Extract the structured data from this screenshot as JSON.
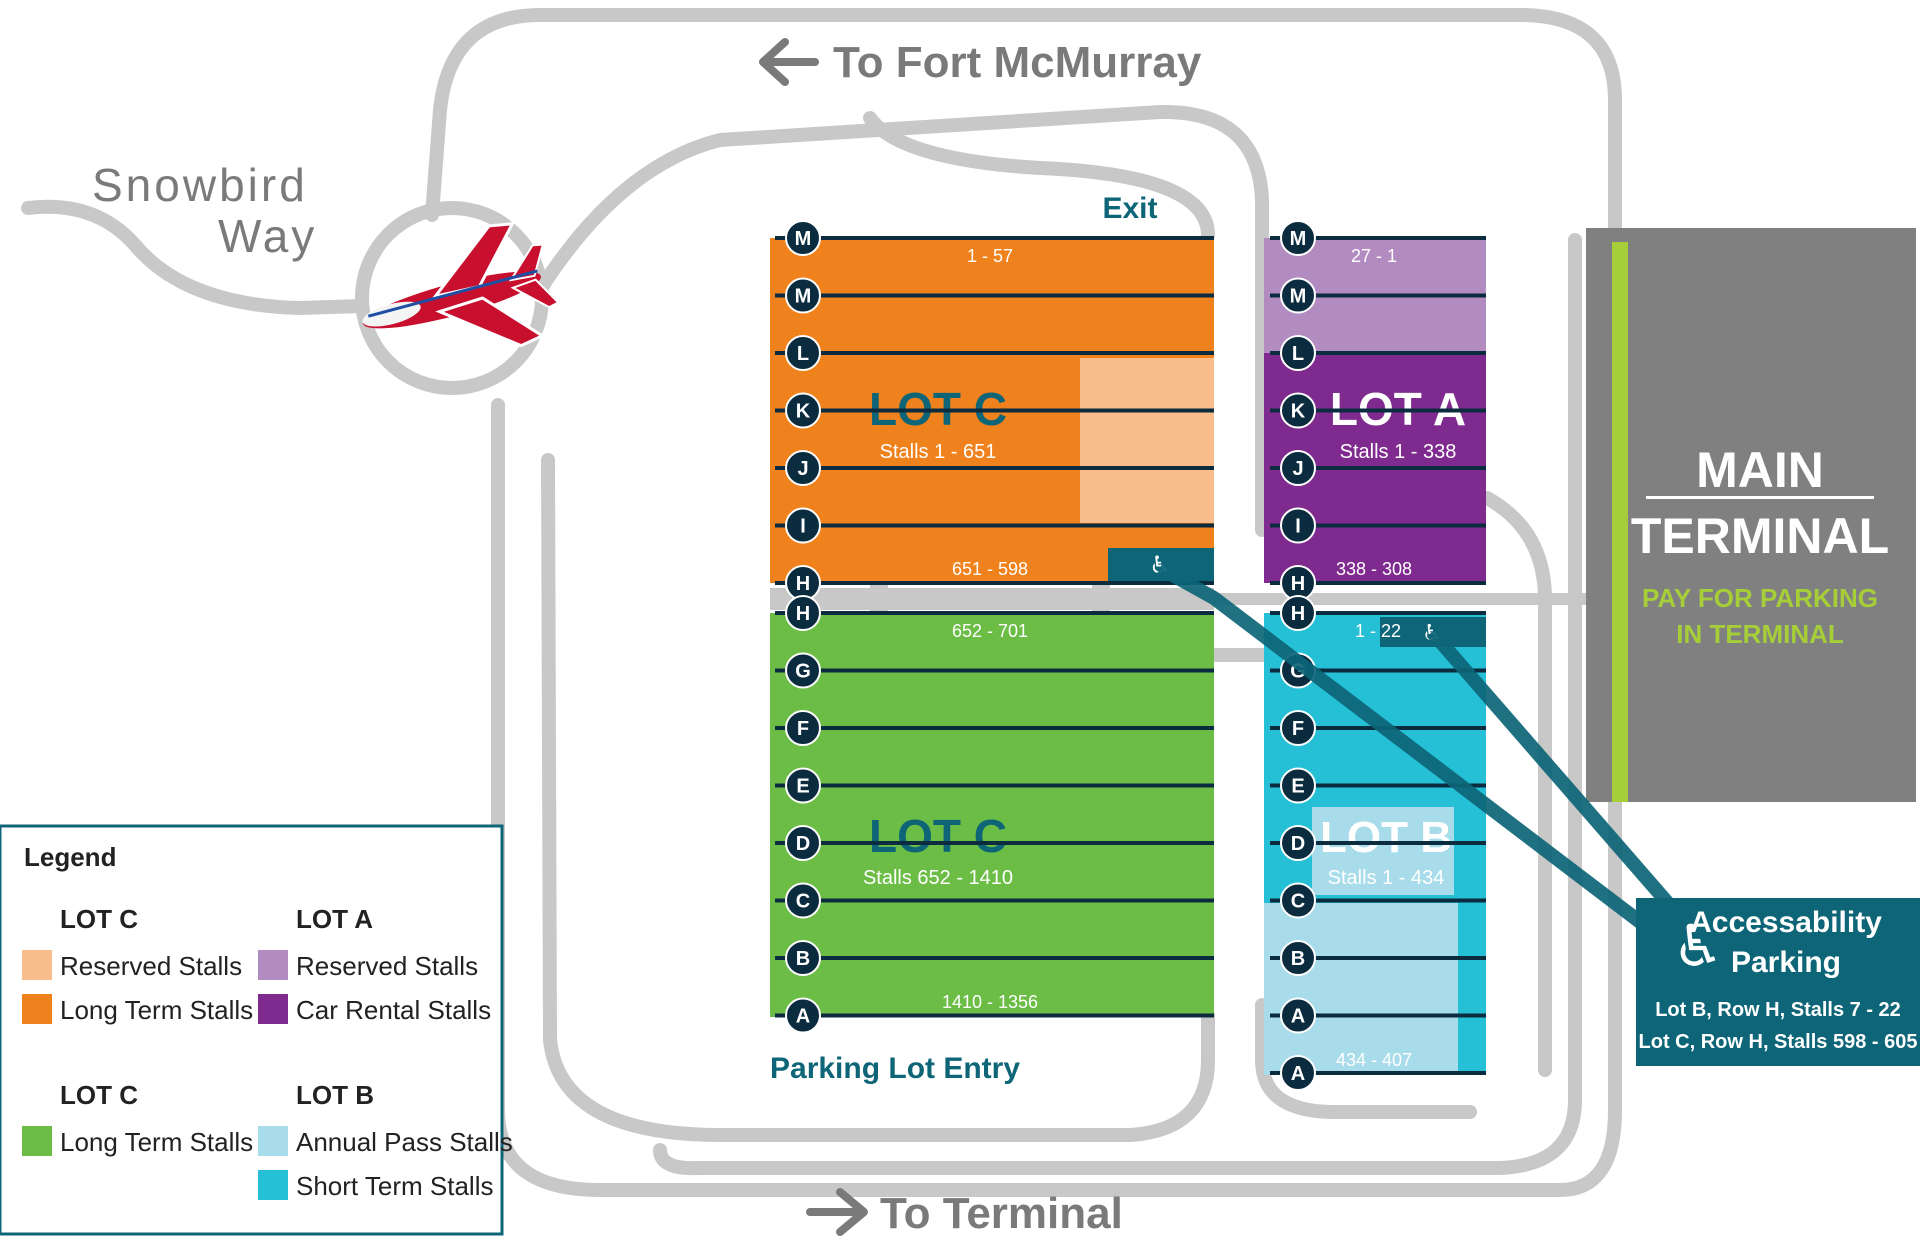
{
  "roads": {
    "fort_mcmurray": "To Fort McMurray",
    "to_terminal": "To Terminal",
    "snowbird_line1": "Snowbird",
    "snowbird_line2": "Way",
    "exit": "Exit",
    "entry": "Parking Lot Entry"
  },
  "terminal": {
    "line1": "MAIN",
    "line2": "TERMINAL",
    "pay_line1": "PAY FOR PARKING",
    "pay_line2": "IN TERMINAL"
  },
  "accessibility": {
    "title_line1": "Accessability",
    "title_line2": "Parking",
    "detail_line1": "Lot B, Row H, Stalls 7 - 22",
    "detail_line2": "Lot C, Row H, Stalls 598 - 605",
    "symbol": "♿"
  },
  "lots": {
    "c_upper": {
      "name": "LOT C",
      "stalls": "Stalls 1 - 651",
      "range_top": "1 - 57",
      "range_bottom": "651 - 598"
    },
    "a": {
      "name": "LOT A",
      "stalls": "Stalls 1 - 338",
      "range_top": "27 - 1",
      "range_bottom": "338 - 308"
    },
    "c_lower": {
      "name": "LOT C",
      "stalls": "Stalls 652 - 1410",
      "range_top": "652 - 701",
      "range_bottom": "1410 - 1356"
    },
    "b": {
      "name": "LOT B",
      "stalls": "Stalls 1 - 434",
      "range_top": "1 - 22",
      "range_bottom": "434 - 407"
    }
  },
  "rows": {
    "c_upper": [
      "M",
      "M",
      "L",
      "K",
      "J",
      "I",
      "H"
    ],
    "c_lower": [
      "H",
      "G",
      "F",
      "E",
      "D",
      "C",
      "B",
      "A"
    ],
    "a": [
      "M",
      "M",
      "L",
      "K",
      "J",
      "I",
      "H"
    ],
    "b": [
      "H",
      "G",
      "F",
      "E",
      "D",
      "C",
      "B",
      "A",
      "A"
    ]
  },
  "legend": {
    "title": "Legend",
    "groups": [
      {
        "title": "LOT C",
        "items": [
          {
            "label": "Reserved Stalls",
            "color": "#f9bd8b"
          },
          {
            "label": "Long Term Stalls",
            "color": "#f0821e"
          }
        ]
      },
      {
        "title": "LOT A",
        "items": [
          {
            "label": "Reserved Stalls",
            "color": "#b28bc0"
          },
          {
            "label": "Car Rental Stalls",
            "color": "#7f2a8e"
          }
        ]
      },
      {
        "title": "LOT C",
        "items": [
          {
            "label": "Long Term Stalls",
            "color": "#6cbd45"
          }
        ]
      },
      {
        "title": "LOT B",
        "items": [
          {
            "label": "Annual Pass Stalls",
            "color": "#a8dcea"
          },
          {
            "label": "Short Term  Stalls",
            "color": "#25bfd6"
          }
        ]
      }
    ]
  },
  "colors": {
    "road": "#c8c8c8",
    "teal": "#0d6577",
    "navy": "#0b2b3e",
    "terminal": "#808080",
    "green_accent": "#a6ce39"
  }
}
